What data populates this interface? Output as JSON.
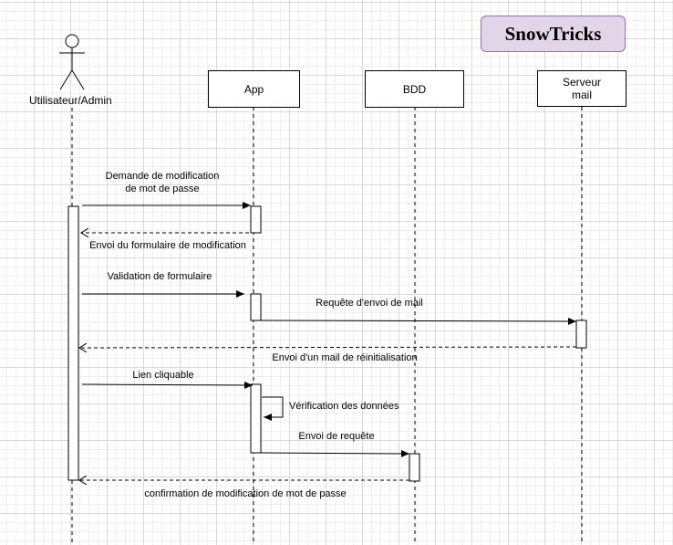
{
  "title": "SnowTricks",
  "actor": {
    "label": "Utilisateur/Admin"
  },
  "participants": {
    "app": "App",
    "bdd": "BDD",
    "mail": "Serveur\nmail"
  },
  "messages": [
    {
      "label": "Demande de modification\nde mot de passe",
      "type": "request"
    },
    {
      "label": "Envoi du formulaire de modification",
      "type": "return"
    },
    {
      "label": "Validation de formulaire",
      "type": "request"
    },
    {
      "label": "Requête d'envoi de mail",
      "type": "request"
    },
    {
      "label": "Envoi d'un mail  de réinitialisation",
      "type": "return"
    },
    {
      "label": "Lien cliquable",
      "type": "request"
    },
    {
      "label": "Vérification des données",
      "type": "self"
    },
    {
      "label": "Envoi de requête",
      "type": "request"
    },
    {
      "label": "confirmation de modification de mot de passe",
      "type": "return"
    }
  ]
}
